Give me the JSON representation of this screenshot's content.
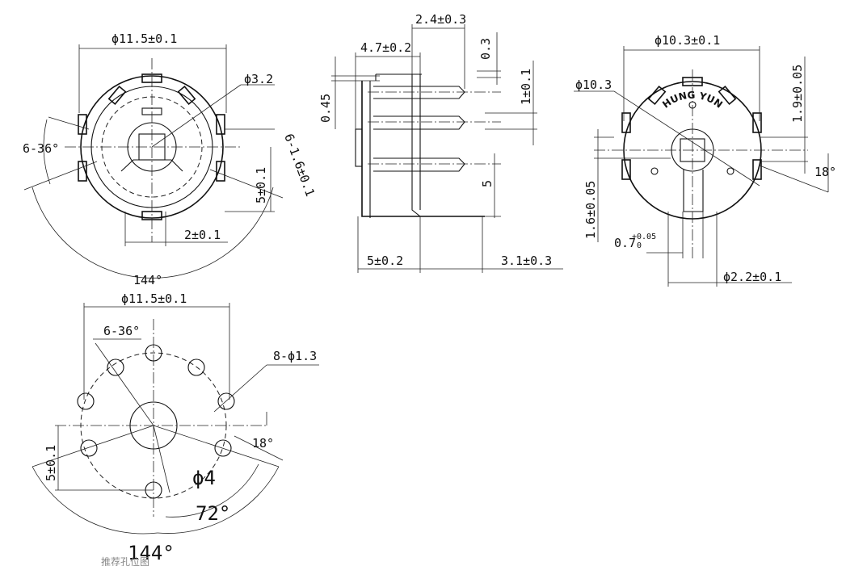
{
  "view_top_left": {
    "dia_outer": "ϕ11.5±0.1",
    "dia_hole": "ϕ3.2",
    "angle_pitch": "6-36°",
    "pin_spec": "6-1.6±0.1",
    "height": "5±0.1",
    "offset": "2±0.1",
    "sweep_angle": "144°"
  },
  "view_side": {
    "pin_width": "2.4±0.3",
    "body_depth": "4.7±0.2",
    "pin_thk": "0.3",
    "gap": "0.45",
    "pin_spacing": "1±0.1",
    "pin_pitch": "5",
    "base_width": "5±0.2",
    "lead_length": "3.1±0.3"
  },
  "view_top_right": {
    "dia_outer": "ϕ10.3±0.1",
    "dia_inner": "ϕ10.3",
    "dim_top": "1.9±0.05",
    "angle": "18°",
    "dim_left": "1.6±0.05",
    "slot_width": "0.7",
    "slot_tol": "+0.05",
    "slot_tol_low": "0",
    "shaft_dia": "ϕ2.2±0.1",
    "brand_text": "HUNG YUN"
  },
  "view_pcb": {
    "dia_outer": "ϕ11.5±0.1",
    "angle_pitch": "6-36°",
    "holes": "8-ϕ1.3",
    "height": "5±0.1",
    "angle": "18°",
    "center_hole": "ϕ4",
    "angle_72": "72°",
    "angle_144": "144°"
  },
  "footer_note": "推荐孔位图"
}
